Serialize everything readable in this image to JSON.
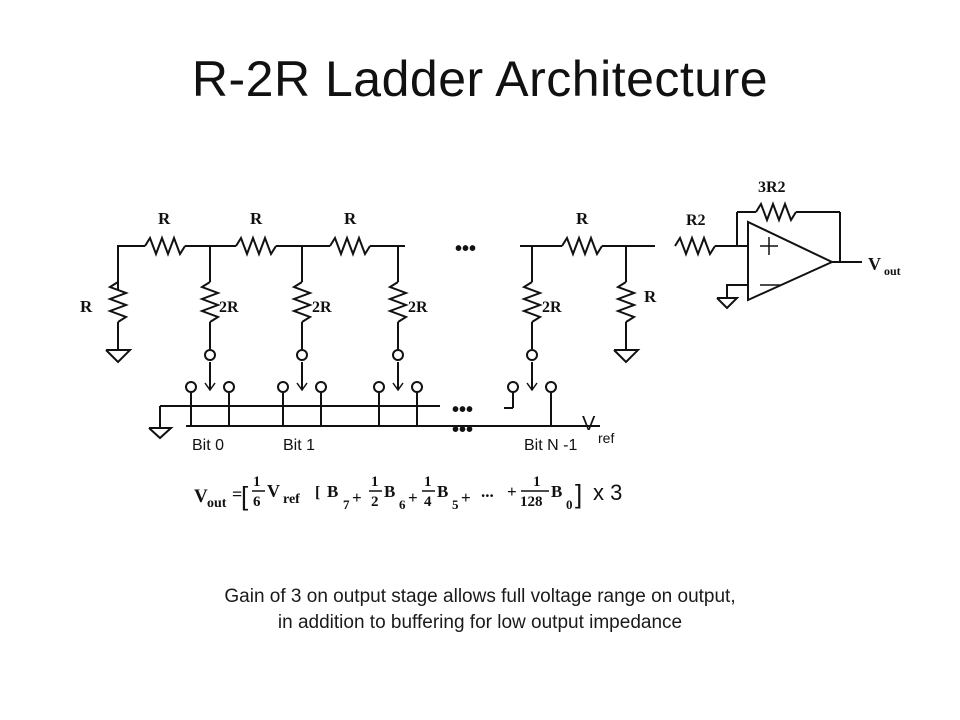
{
  "slide": {
    "title": "R-2R Ladder Architecture",
    "caption_lines": [
      "Gain of 3 on output stage allows full voltage range on output,",
      "in addition to buffering for low output impedance"
    ]
  },
  "diagram": {
    "series_resistor_label": "R",
    "shunt_resistor_label": "2R",
    "terminal_resistor_label": "R",
    "ellipsis": "•••",
    "bit0_label": "Bit 0",
    "bit1_label": "Bit 1",
    "bitn_label": "Bit N -1",
    "vref_v": "V",
    "vref_sub": "ref",
    "input_resistor_label": "R2",
    "feedback_resistor_label": "3R2",
    "opamp_plus": "+",
    "opamp_minus": "—",
    "vout_v": "V",
    "vout_sub": "out"
  },
  "formula": {
    "lhs_v": "V",
    "lhs_sub": "out",
    "eq": "=",
    "bracket_open": "[",
    "frac_num": "1",
    "frac_den": "6",
    "vref_v": "V",
    "vref_sub": "ref",
    "inner_bracket": "[",
    "b7": "B",
    "b7_sub": "7",
    "plus": "+",
    "half_num": "1",
    "half_den": "2",
    "b6": "B",
    "b6_sub": "6",
    "quarter_num": "1",
    "quarter_den": "4",
    "b5": "B",
    "b5_sub": "5",
    "dots": "...",
    "last_num": "1",
    "last_den": "128",
    "b0": "B",
    "b0_sub": "0",
    "bracket_close": "]",
    "gain": "x 3"
  }
}
